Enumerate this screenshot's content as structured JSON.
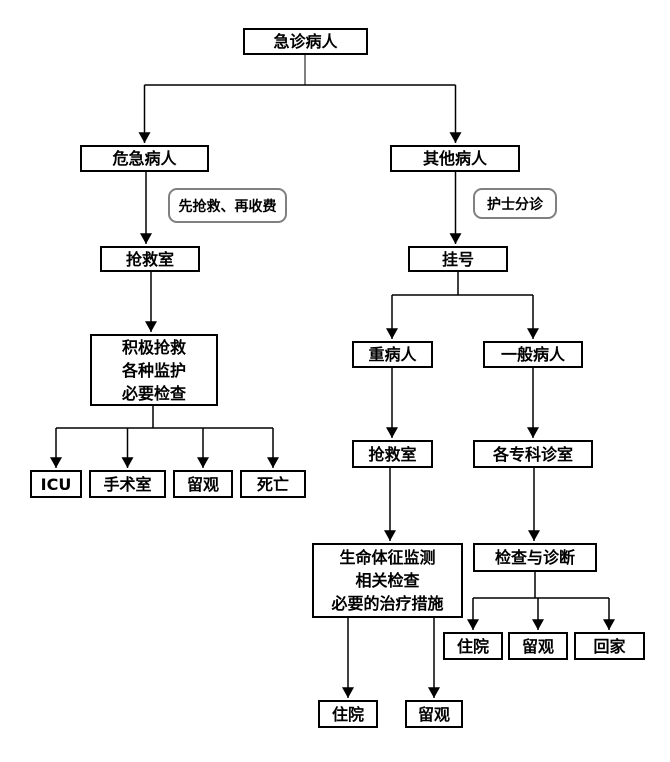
{
  "diagram": {
    "colors": {
      "background": "#ffffff",
      "box_border": "#000000",
      "callout_border": "#808080",
      "connector": "#000000",
      "top_stub_connector": "#808080",
      "text": "#000000"
    },
    "nodes": {
      "emergency": "急诊病人",
      "critical": "危急病人",
      "other": "其他病人",
      "rescue_first": "先抢救、再收费",
      "nurse_triage": "护士分诊",
      "rescue_room_left": "抢救室",
      "registration": "挂号",
      "active_rescue": [
        "积极抢救",
        "各种监护",
        "必要检查"
      ],
      "icu": "ICU",
      "operating_room": "手术室",
      "observation_left": "留观",
      "death": "死亡",
      "severe_patient": "重病人",
      "general_patient": "一般病人",
      "rescue_room_right": "抢救室",
      "specialist_clinics": "各专科诊室",
      "vital_signs": [
        "生命体征监测",
        "相关检查",
        "必要的治疗措施"
      ],
      "exam_diagnosis": "检查与诊断",
      "hospitalize_right": "住院",
      "observation_right": "留观",
      "go_home": "回家",
      "hospitalize_mid": "住院",
      "observation_mid": "留观"
    }
  }
}
